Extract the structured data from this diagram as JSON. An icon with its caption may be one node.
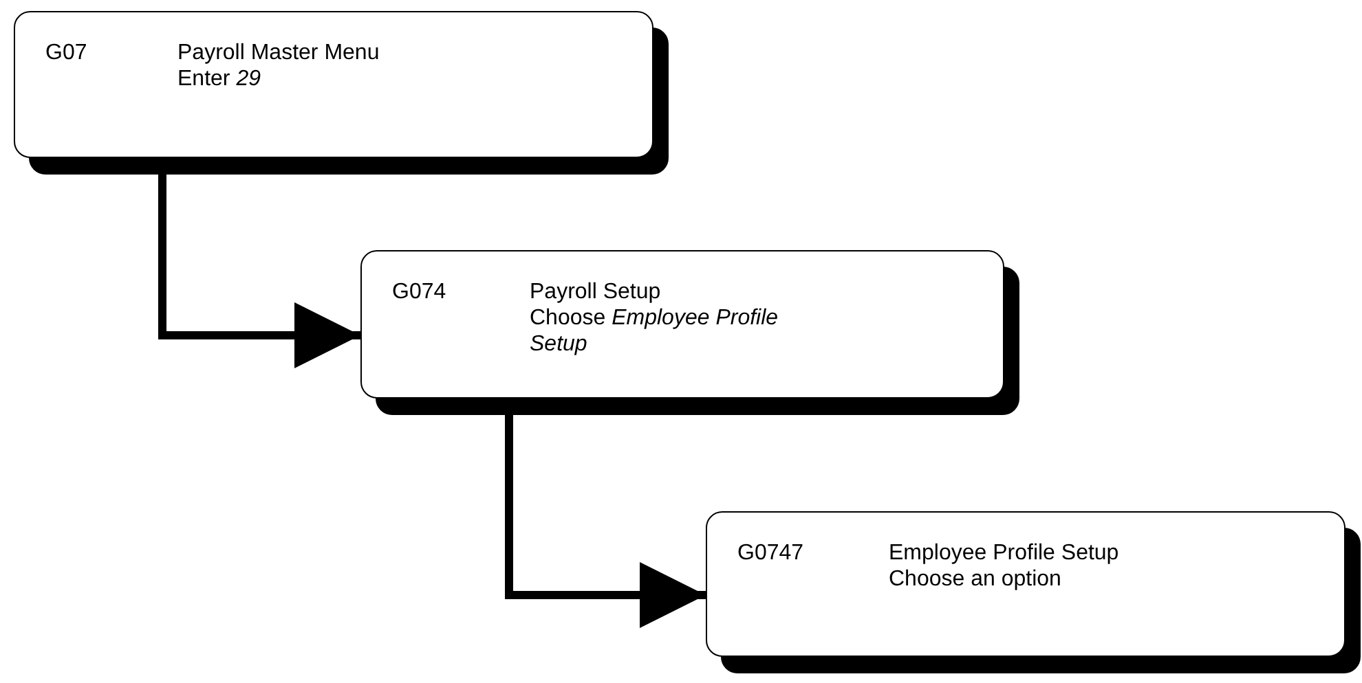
{
  "diagram": {
    "nodes": [
      {
        "text": [
          "G07",
          "Payroll Master Menu",
          "Enter *29*"
        ]
      },
      {
        "text": [
          "G074",
          "Payroll Setup",
          "Choose *Employee Profile Setup*"
        ]
      },
      {
        "text": [
          "G0747",
          "Employee Profile Setup",
          "Choose an option"
        ]
      }
    ],
    "edges": [
      {
        "from": 0,
        "to": 1,
        "arrow": "to"
      },
      {
        "from": 1,
        "to": 2,
        "arrow": "to"
      }
    ]
  }
}
